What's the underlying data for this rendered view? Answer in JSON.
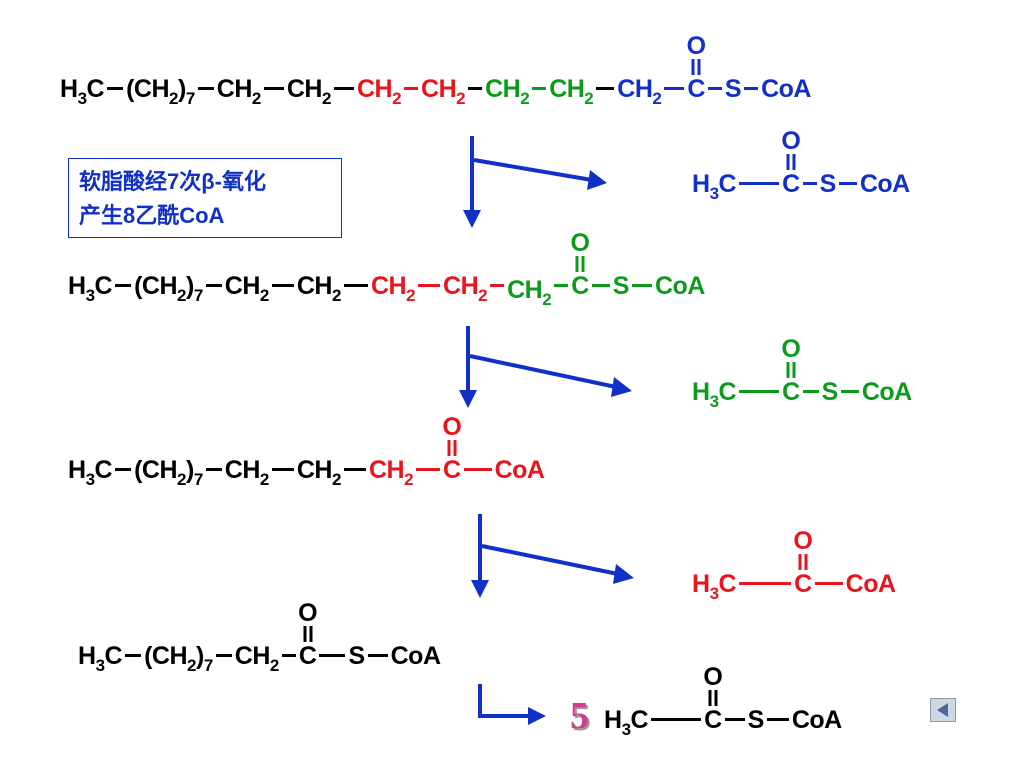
{
  "colors": {
    "black": "#000000",
    "red": "#e8141e",
    "green": "#0d9a1d",
    "blue": "#1030c8",
    "count": "#d23c8c"
  },
  "note": {
    "line1": "软脂酸经7次β-氧化",
    "line2": "产生8乙酰CoA"
  },
  "text": {
    "H3C": "H",
    "three": "3",
    "C": "C",
    "CH": "CH",
    "two": "2",
    "seven": "7",
    "lp": "(",
    "rp": ")",
    "O": "O",
    "S": "S",
    "CoA": "CoA"
  },
  "counter": "5",
  "nav": {
    "icon": "triangle-left-icon"
  }
}
